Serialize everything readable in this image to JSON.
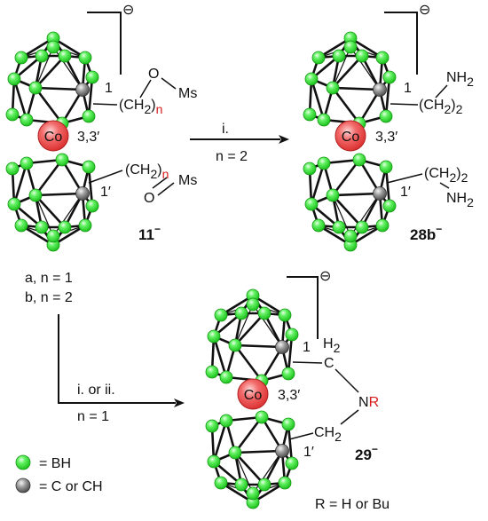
{
  "colors": {
    "boron_node": "#33ee33",
    "carbon_node": "#8a8a8a",
    "cobalt": "#ee4444",
    "accent_red": "#d81b1b",
    "bond": "#111111"
  },
  "compounds": {
    "c11": {
      "metal": "Co",
      "locant_metal": "3,3′",
      "locant_top": "1",
      "locant_bottom": "1′",
      "charge": "⊖",
      "top_chain": "(CH",
      "chain_sub": "2",
      "chain_close": ")",
      "n_sub": "n",
      "oxygen": "O",
      "ms": "Ms",
      "label_num": "11",
      "label_charge": "−"
    },
    "c28b": {
      "metal": "Co",
      "locant_metal": "3,3′",
      "locant_top": "1",
      "locant_bottom": "1′",
      "charge": "⊖",
      "amine_n": "NH",
      "amine_sub": "2",
      "chain_open": "(CH",
      "chain_sub": "2",
      "chain_close": ")",
      "chain_mult": "2",
      "label_num": "28b",
      "label_charge": "−"
    },
    "c29": {
      "metal": "Co",
      "locant_metal": "3,3′",
      "locant_top": "1",
      "locant_bottom": "1′",
      "charge": "⊖",
      "h2_h": "H",
      "h2_sub": "2",
      "carbon": "C",
      "n": "N",
      "r": "R",
      "ch2_c": "CH",
      "ch2_sub": "2",
      "label_num": "29",
      "label_charge": "−",
      "r_def": "R = H or Bu"
    }
  },
  "arrows": {
    "arrow1": {
      "reagent": "i.",
      "condition": "n = 2"
    },
    "arrow2": {
      "reagent": "i. or ii.",
      "condition": "n = 1"
    }
  },
  "variants": {
    "a": "a, n = 1",
    "b": "b, n = 2"
  },
  "legend": {
    "bh": "= BH",
    "c": "= C or CH"
  }
}
